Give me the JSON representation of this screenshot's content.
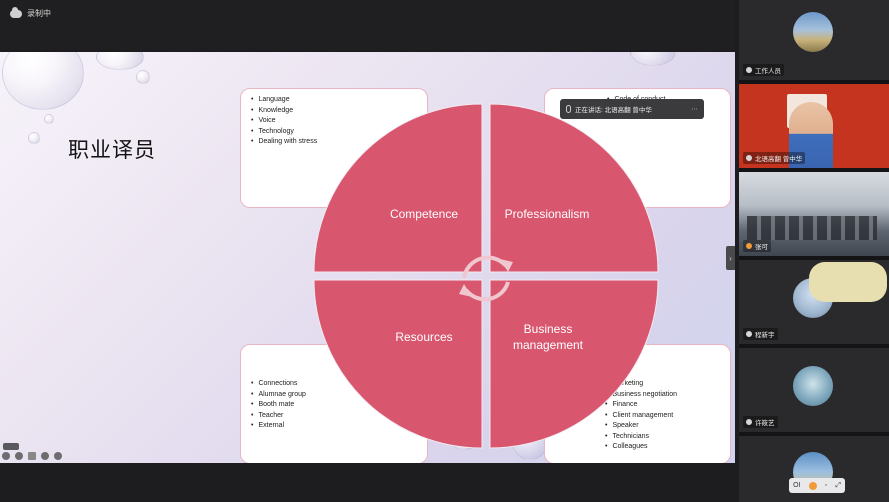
{
  "recording": {
    "label": "录制中"
  },
  "slide": {
    "title": "职业译员",
    "quadrants": {
      "competence": "Competence",
      "professionalism": "Professionalism",
      "resources": "Resources",
      "business_line1": "Business",
      "business_line2": "management"
    },
    "cards": {
      "top_left": [
        "Language",
        "Knowledge",
        "Voice",
        "Technology",
        "Dealing with stress"
      ],
      "top_right": [
        "Code of conduct"
      ],
      "bottom_left": [
        "Connections",
        "Alumnae group",
        "Booth mate",
        "Teacher",
        "External"
      ],
      "bottom_right": [
        "Marketing",
        "Business negotiation",
        "Finance",
        "Client management",
        "Speaker",
        "Technicians",
        "Colleagues"
      ]
    },
    "quad_color": "#d9566f"
  },
  "caption": {
    "text": "正在讲话: 北语高翻 曾中华"
  },
  "participants": [
    {
      "name": "工作人员"
    },
    {
      "name": "北语高翻 曾中华"
    },
    {
      "name": "张可"
    },
    {
      "name": "程新宇"
    },
    {
      "name": "许筱艺"
    },
    {
      "name": ""
    }
  ],
  "controls": {
    "label_left": "OI"
  }
}
